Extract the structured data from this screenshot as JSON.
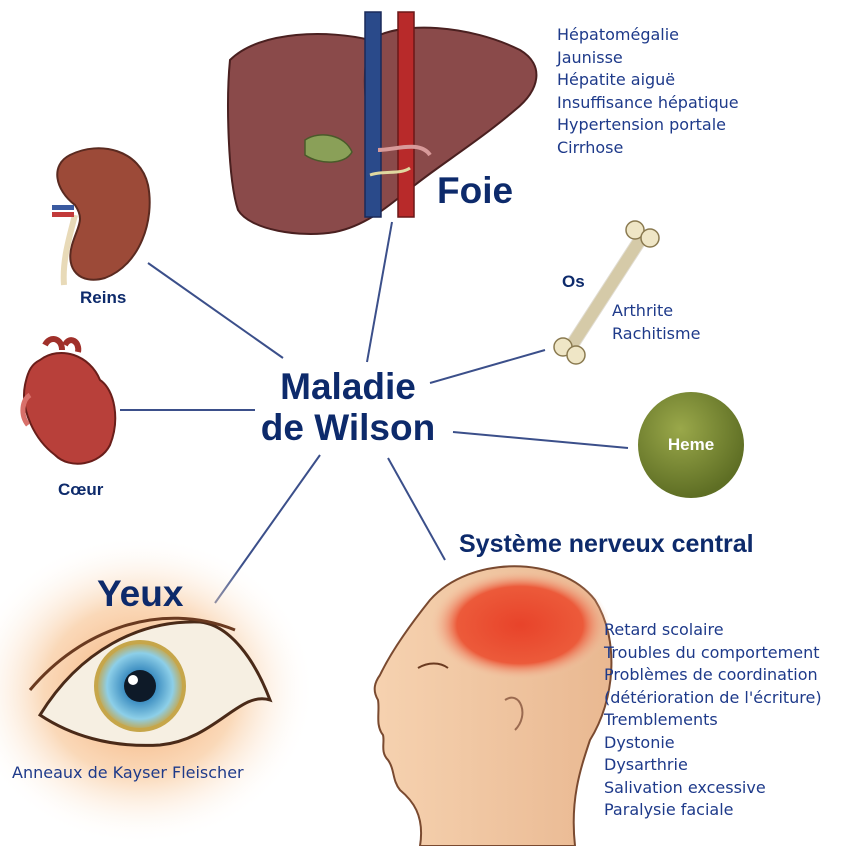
{
  "title": {
    "line1": "Maladie",
    "line2": "de Wilson"
  },
  "foie": {
    "label": "Foie",
    "symptoms": [
      "Hépatomégalie",
      "Jaunisse",
      "Hépatite aiguë",
      "Insuffisance hépatique",
      "Hypertension portale",
      "Cirrhose"
    ]
  },
  "reins": {
    "label": "Reins"
  },
  "coeur": {
    "label": "Cœur"
  },
  "os": {
    "label": "Os",
    "symptoms": [
      "Arthrite",
      "Rachitisme"
    ]
  },
  "heme": {
    "label": "Heme"
  },
  "yeux": {
    "label": "Yeux",
    "caption": "Anneaux de Kayser Fleischer"
  },
  "snc": {
    "label": "Système nerveux central",
    "symptoms": [
      "Retard scolaire",
      "Troubles du comportement",
      "Problèmes de coordination",
      "(détérioration de l'écriture)",
      "Tremblements",
      "Dystonie",
      "Dysarthrie",
      "Salivation excessive",
      "Paralysie faciale"
    ]
  },
  "colors": {
    "title": "#0d2a6b",
    "list_text": "#1e3a8a",
    "connector": "#3b4f8a",
    "liver": "#8a4a4a",
    "kidney": "#9c4a38",
    "heart": "#b8403a",
    "heme": "#7a8a3a",
    "eye_glow": "#f3b27a",
    "iris": "#5aaed6",
    "brain_highlight": "#e8432a"
  },
  "icons": [
    "liver-illustration",
    "kidney-illustration",
    "heart-illustration",
    "bone-illustration",
    "heme-circle",
    "eye-illustration",
    "head-illustration"
  ]
}
